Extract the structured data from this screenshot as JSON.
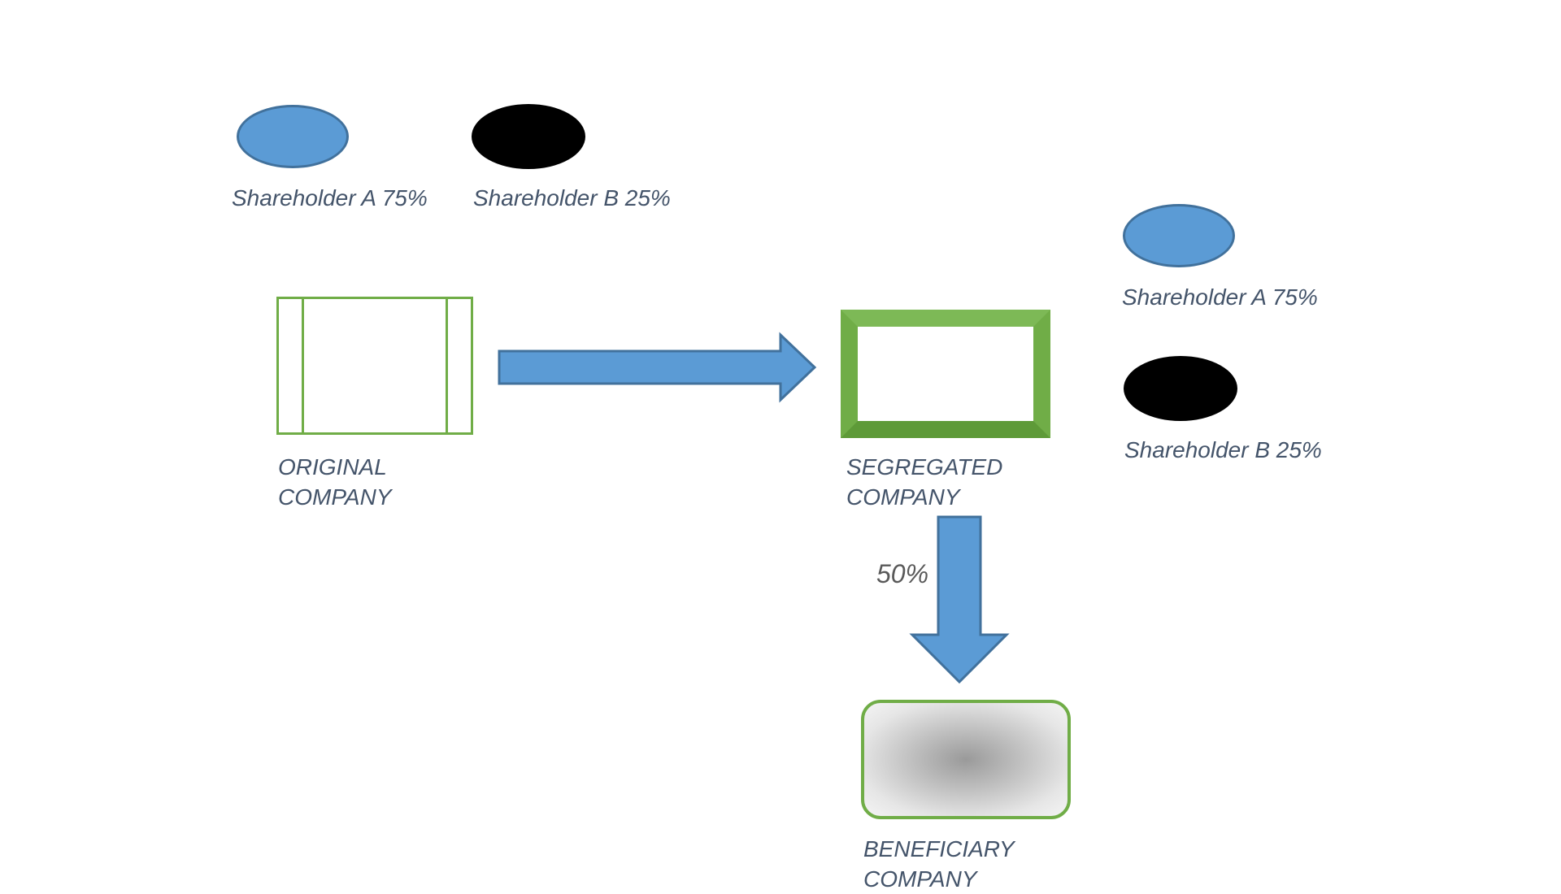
{
  "shareholders_top": {
    "a_label": "Shareholder A 75%",
    "b_label": "Shareholder B 25%"
  },
  "shareholders_right": {
    "a_label": "Shareholder A 75%",
    "b_label": "Shareholder B 25%"
  },
  "original_company": {
    "line1": "ORIGINAL",
    "line2": "COMPANY"
  },
  "segregated_company": {
    "line1": "SEGREGATED",
    "line2": "COMPANY"
  },
  "beneficiary_company": {
    "line1": "BENEFICIARY",
    "line2": "COMPANY"
  },
  "transfer_percent": "50%",
  "colors": {
    "shareholder_a": "#5b9bd5",
    "shareholder_b": "#000000",
    "company_border": "#70ad47",
    "arrow": "#5b9bd5",
    "text": "#44546a"
  }
}
